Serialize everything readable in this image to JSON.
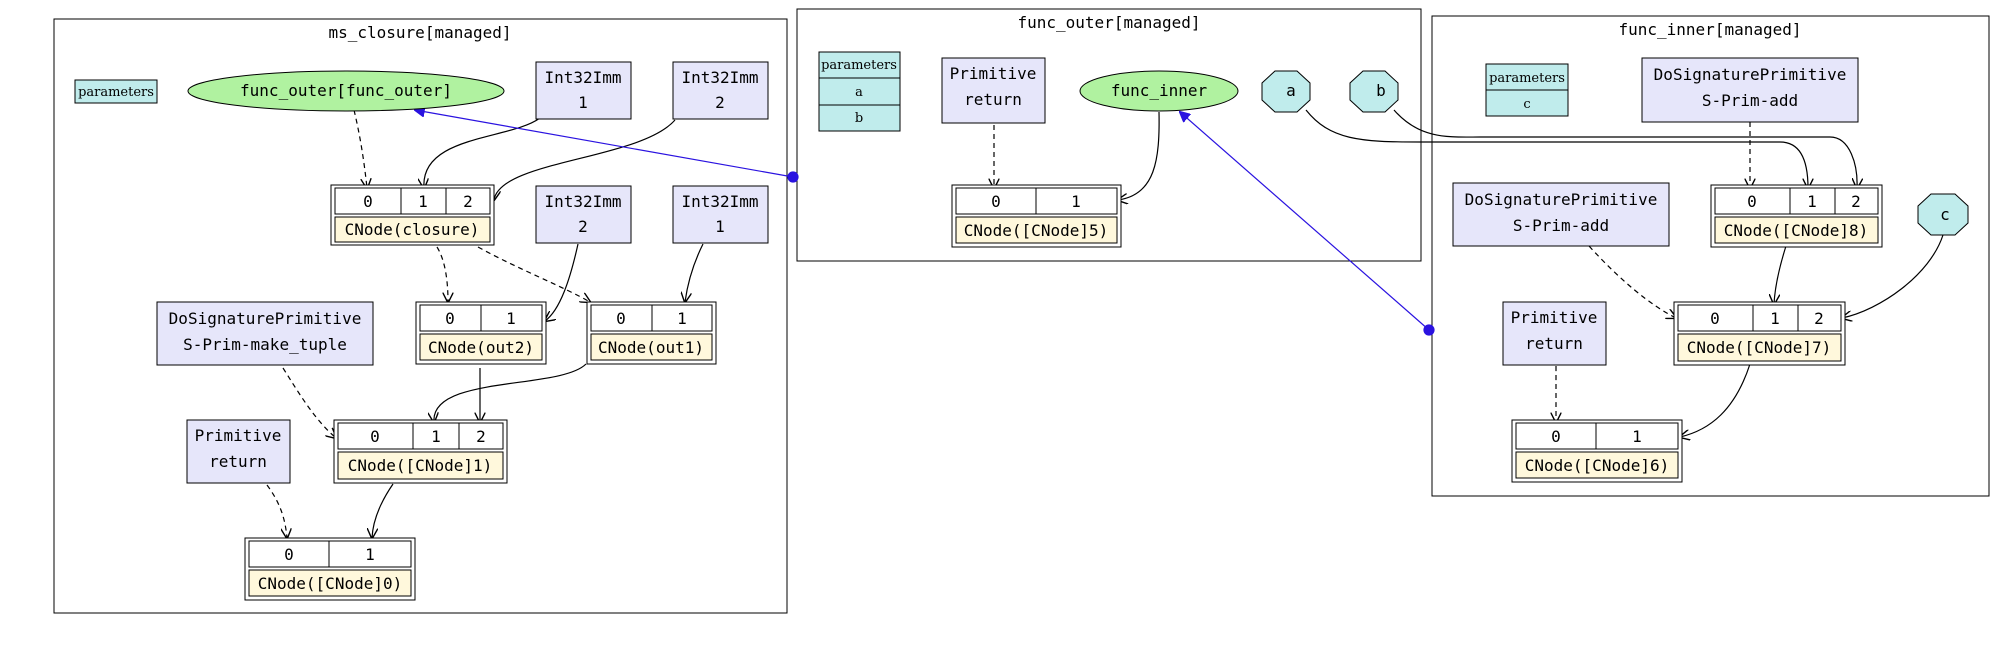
{
  "clusters": {
    "ms_closure": {
      "title": "ms_closure[managed]"
    },
    "func_outer": {
      "title": "func_outer[managed]"
    },
    "func_inner": {
      "title": "func_inner[managed]"
    }
  },
  "nodes": {
    "ms_params": {
      "header": "parameters"
    },
    "ms_func_outer_call": {
      "label": "func_outer[func_outer]"
    },
    "ms_int_a": {
      "type": "Int32Imm",
      "value": "1"
    },
    "ms_int_b": {
      "type": "Int32Imm",
      "value": "2"
    },
    "ms_int_c": {
      "type": "Int32Imm",
      "value": "2"
    },
    "ms_int_d": {
      "type": "Int32Imm",
      "value": "1"
    },
    "ms_make_tuple": {
      "type": "DoSignaturePrimitive",
      "value": "S-Prim-make_tuple"
    },
    "ms_return": {
      "type": "Primitive",
      "value": "return"
    },
    "cnode_closure": {
      "ports": [
        "0",
        "1",
        "2"
      ],
      "label": "CNode(closure)"
    },
    "cnode_out2": {
      "ports": [
        "0",
        "1"
      ],
      "label": "CNode(out2)"
    },
    "cnode_out1": {
      "ports": [
        "0",
        "1"
      ],
      "label": "CNode(out1)"
    },
    "cnode_1": {
      "ports": [
        "0",
        "1",
        "2"
      ],
      "label": "CNode([CNode]1)"
    },
    "cnode_0": {
      "ports": [
        "0",
        "1"
      ],
      "label": "CNode([CNode]0)"
    },
    "fo_params": {
      "header": "parameters",
      "rows": [
        "a",
        "b"
      ]
    },
    "fo_return": {
      "type": "Primitive",
      "value": "return"
    },
    "fo_func_inner": {
      "label": "func_inner"
    },
    "fo_a": {
      "label": "a"
    },
    "fo_b": {
      "label": "b"
    },
    "cnode_5": {
      "ports": [
        "0",
        "1"
      ],
      "label": "CNode([CNode]5)"
    },
    "fi_params": {
      "header": "parameters",
      "rows": [
        "c"
      ]
    },
    "fi_add_top": {
      "type": "DoSignaturePrimitive",
      "value": "S-Prim-add"
    },
    "fi_add_mid": {
      "type": "DoSignaturePrimitive",
      "value": "S-Prim-add"
    },
    "fi_return": {
      "type": "Primitive",
      "value": "return"
    },
    "fi_c": {
      "label": "c"
    },
    "cnode_8": {
      "ports": [
        "0",
        "1",
        "2"
      ],
      "label": "CNode([CNode]8)"
    },
    "cnode_7": {
      "ports": [
        "0",
        "1",
        "2"
      ],
      "label": "CNode([CNode]7)"
    },
    "cnode_6": {
      "ports": [
        "0",
        "1"
      ],
      "label": "CNode([CNode]6)"
    }
  },
  "colors": {
    "prim_fill": "#e6e6fa",
    "cnode_label_fill": "#fff8dc",
    "param_fill": "#c0ecec",
    "ellipse_fill": "#b0f2a0",
    "cross_edge": "#2a12e0",
    "stroke": "#000000"
  }
}
